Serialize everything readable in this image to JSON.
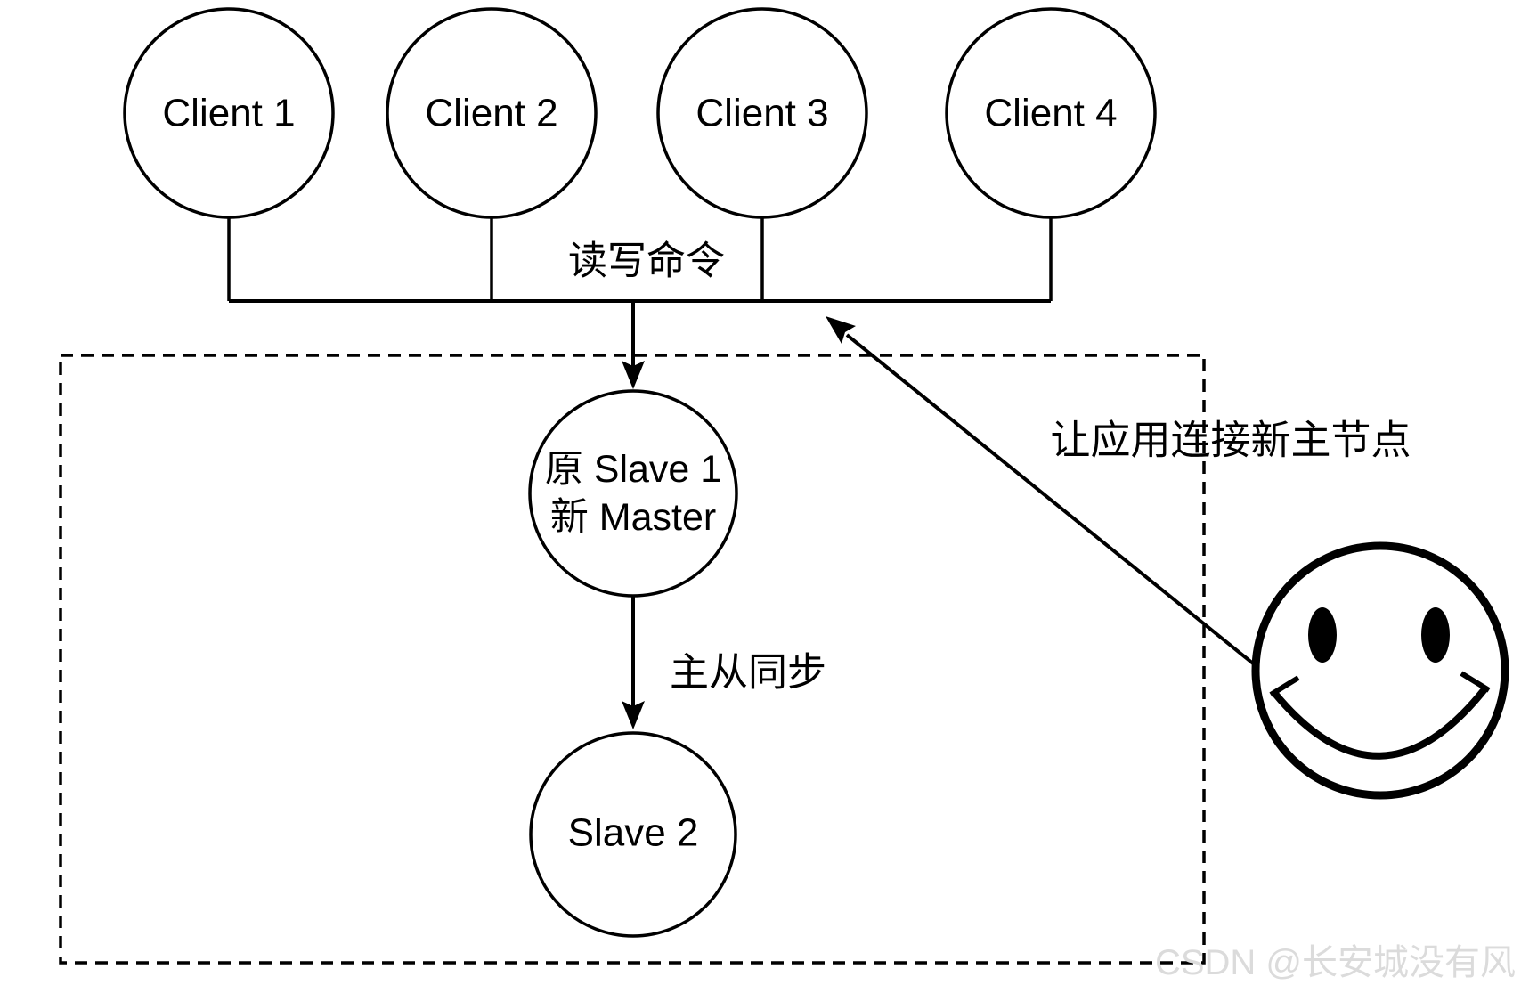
{
  "colors": {
    "ink": "#000000",
    "watermark": "#dbdbdb",
    "background": "#ffffff"
  },
  "diagram": {
    "clients": [
      {
        "label": "Client 1"
      },
      {
        "label": "Client 2"
      },
      {
        "label": "Client 3"
      },
      {
        "label": "Client 4"
      }
    ],
    "bus_label": "读写命令",
    "new_master": {
      "line1": "原 Slave 1",
      "line2": "新 Master"
    },
    "sync_label": "主从同步",
    "slave": {
      "label": "Slave 2"
    },
    "note_label": "让应用连接新主节点",
    "watermark": "CSDN @长安城没有风"
  }
}
